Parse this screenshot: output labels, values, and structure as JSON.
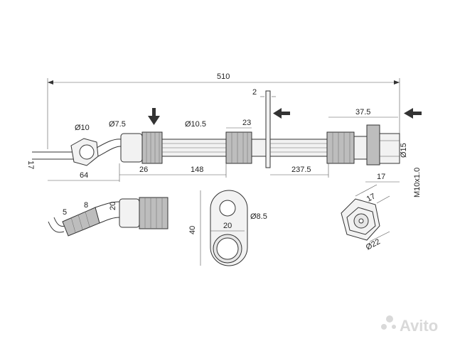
{
  "dimensions": {
    "overall_length": "510",
    "flange_thickness": "2",
    "end_fitting_length": "37.5",
    "nut_width": "17",
    "nut_diameter": "Ø10",
    "pipe_diameter": "Ø7.5",
    "hose_diameter": "Ø10.5",
    "ferrule_length": "23",
    "fitting_diameter": "Ø15",
    "left_offset": "64",
    "left_ferrule": "26",
    "middle_length": "148",
    "right_length": "237.5",
    "end_nut": "17",
    "thread": "M10x1.0",
    "bend_5": "5",
    "bend_8": "8",
    "bend_20": "20",
    "bracket_height": "40",
    "bracket_spacing": "20",
    "bracket_hole": "Ø8.5",
    "hex_size": "17",
    "hex_diameter": "Ø22"
  },
  "watermark": {
    "text": "Avito"
  }
}
